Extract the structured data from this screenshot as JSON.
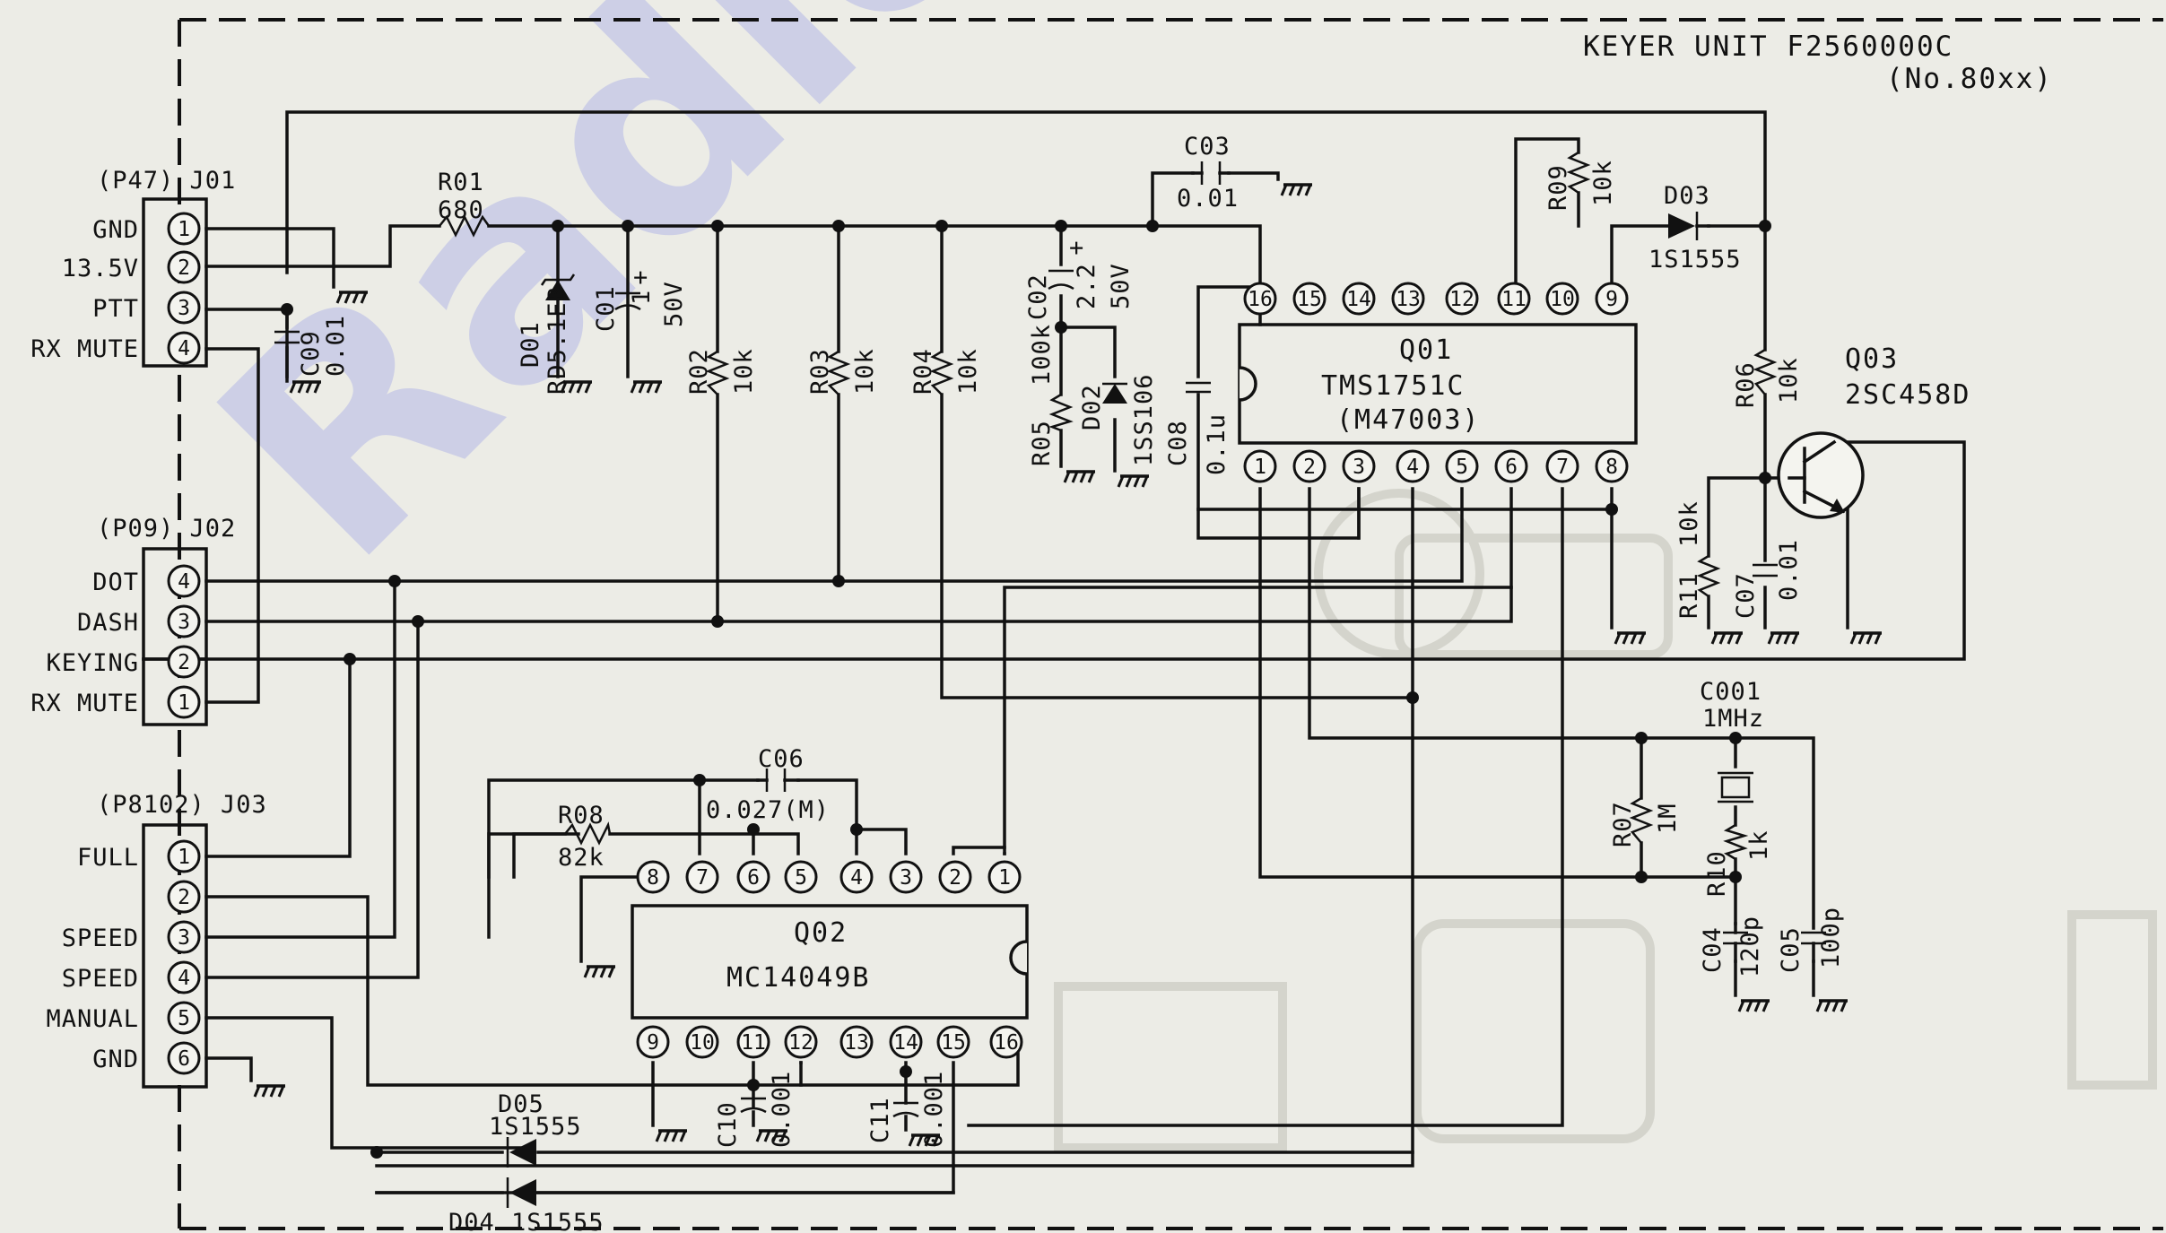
{
  "watermark": "Radio",
  "title": {
    "unit": "KEYER UNIT F2560000C",
    "serial": "(No.80xx)"
  },
  "connectors": {
    "j01": {
      "ref": "(P47) J01",
      "pins": [
        {
          "num": "1",
          "label": "GND"
        },
        {
          "num": "2",
          "label": "13.5V"
        },
        {
          "num": "3",
          "label": "PTT"
        },
        {
          "num": "4",
          "label": "RX MUTE"
        }
      ]
    },
    "j02": {
      "ref": "(P09) J02",
      "pins": [
        {
          "num": "4",
          "label": "DOT"
        },
        {
          "num": "3",
          "label": "DASH"
        },
        {
          "num": "2",
          "label": "KEYING"
        },
        {
          "num": "1",
          "label": "RX MUTE"
        }
      ]
    },
    "j03": {
      "ref": "(P8102) J03",
      "pins": [
        {
          "num": "1",
          "label": "FULL"
        },
        {
          "num": "2",
          "label": ""
        },
        {
          "num": "3",
          "label": "SPEED"
        },
        {
          "num": "4",
          "label": "SPEED"
        },
        {
          "num": "5",
          "label": "MANUAL"
        },
        {
          "num": "6",
          "label": "GND"
        }
      ]
    }
  },
  "ics": {
    "q01": {
      "ref": "Q01",
      "part": "TMS1751C",
      "alt": "(M47003)",
      "top_pins": [
        "16",
        "15",
        "14",
        "13",
        "12",
        "11",
        "10",
        "9"
      ],
      "bottom_pins": [
        "1",
        "2",
        "3",
        "4",
        "5",
        "6",
        "7",
        "8"
      ]
    },
    "q02": {
      "ref": "Q02",
      "part": "MC14049B",
      "top_pins": [
        "8",
        "7",
        "6",
        "5",
        "4",
        "3",
        "2",
        "1"
      ],
      "bottom_pins": [
        "9",
        "10",
        "11",
        "12",
        "13",
        "14",
        "15",
        "16"
      ]
    }
  },
  "transistor": {
    "ref": "Q03",
    "part": "2SC458D"
  },
  "components": {
    "r01": {
      "ref": "R01",
      "value": "680"
    },
    "r02": {
      "ref": "R02",
      "value": "10k"
    },
    "r03": {
      "ref": "R03",
      "value": "10k"
    },
    "r04": {
      "ref": "R04",
      "value": "10k"
    },
    "r05": {
      "ref": "R05",
      "value": "100k"
    },
    "r06": {
      "ref": "R06",
      "value": "10k"
    },
    "r07": {
      "ref": "R07",
      "value": "1M"
    },
    "r08": {
      "ref": "R08",
      "value": "82k"
    },
    "r09": {
      "ref": "R09",
      "value": "10k"
    },
    "r10": {
      "ref": "R10",
      "value": "1k"
    },
    "r11": {
      "ref": "R11",
      "value": "10k"
    },
    "c01": {
      "ref": "C01",
      "value": "1",
      "voltage": "50V"
    },
    "c02": {
      "ref": "C02",
      "value": "2.2",
      "voltage": "50V"
    },
    "c03": {
      "ref": "C03",
      "value": "0.01"
    },
    "c04": {
      "ref": "C04",
      "value": "120p"
    },
    "c05": {
      "ref": "C05",
      "value": "100p"
    },
    "c06": {
      "ref": "C06",
      "value": "0.027(M)"
    },
    "c07": {
      "ref": "C07",
      "value": "0.01"
    },
    "c08": {
      "ref": "C08",
      "value": "0.1u"
    },
    "c09": {
      "ref": "C09",
      "value": "0.01"
    },
    "c10": {
      "ref": "C10",
      "value": "0.001"
    },
    "c11": {
      "ref": "C11",
      "value": "0.001"
    },
    "c001": {
      "ref": "C001",
      "value": "1MHz"
    },
    "d01": {
      "ref": "D01",
      "value": "RD5.1EB"
    },
    "d02": {
      "ref": "D02",
      "value": "1SS106"
    },
    "d03": {
      "ref": "D03",
      "value": "1S1555"
    },
    "d04": {
      "ref": "D04",
      "value": "1S1555"
    },
    "d05": {
      "ref": "D05",
      "value": "1S1555"
    }
  }
}
